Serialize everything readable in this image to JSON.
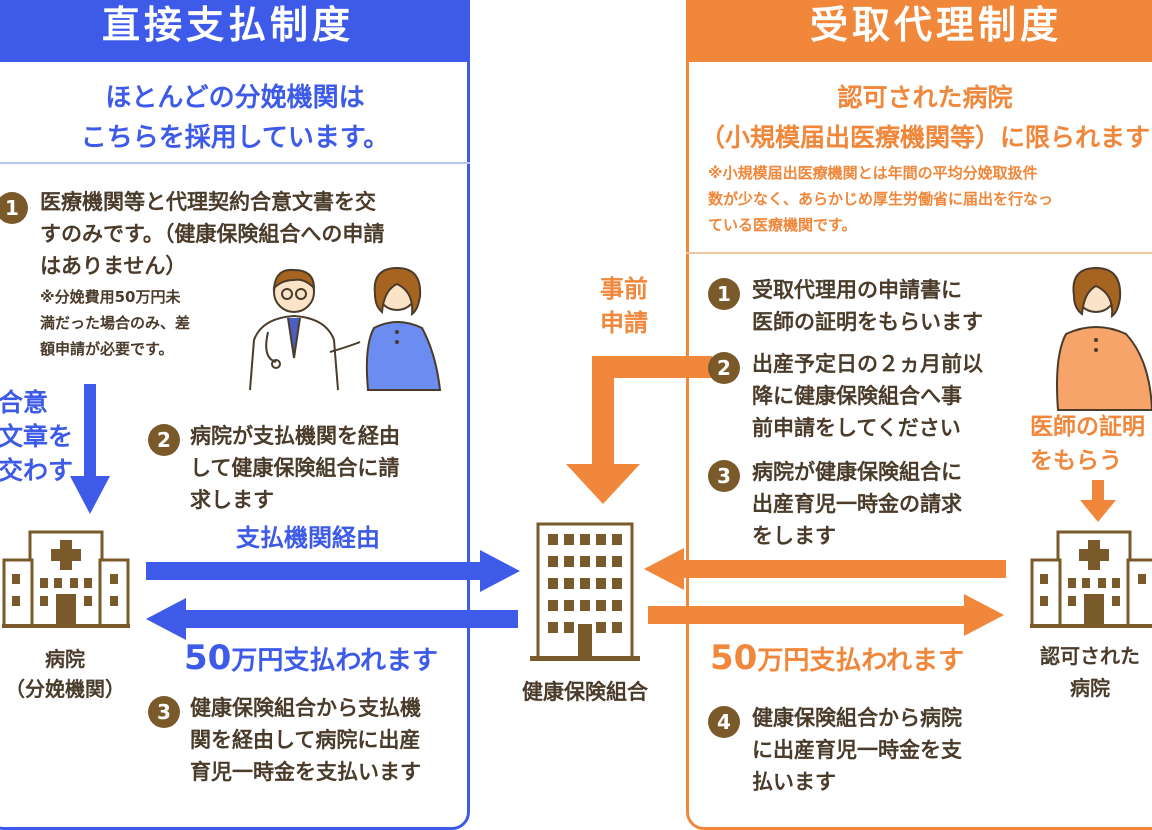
{
  "left": {
    "title": "直接支払制度",
    "subtitle_line1": "ほとんどの分娩機関は",
    "subtitle_line2": "こちらを採用しています。",
    "step1_line1": "医療機関等と代理契約合意文書を交",
    "step1_line2": "すのみです。（健康保険組合への申請",
    "step1_line3": "はありません）",
    "note_line1": "※分娩費用50万円未",
    "note_line2": "満だった場合のみ、差",
    "note_line3": "額申請が必要です。",
    "agree_line1": "合意",
    "agree_line2": "文章を",
    "agree_line3": "交わす",
    "step2_line1": "病院が支払機関を経由",
    "step2_line2": "して健康保険組合に請",
    "step2_line3": "求します",
    "via_label": "支払機関経由",
    "pay_amount": "50",
    "pay_text": "万円支払われます",
    "hospital_line1": "病院",
    "hospital_line2": "（分娩機関）",
    "step3_line1": "健康保険組合から支払機",
    "step3_line2": "関を経由して病院に出産",
    "step3_line3": "育児一時金を支払います"
  },
  "center": {
    "prior_line1": "事前",
    "prior_line2": "申請",
    "insurer_label": "健康保険組合"
  },
  "right": {
    "title": "受取代理制度",
    "subtitle_line1": "認可された病院",
    "subtitle_line2": "（小規模届出医療機関等）に限られます",
    "note_line1": "※小規模届出医療機関とは年間の平均分娩取扱件",
    "note_line2": "数が少なく、あらかじめ厚生労働省に届出を行なっ",
    "note_line3": "ている医療機関です。",
    "step1_line1": "受取代理用の申請書に",
    "step1_line2": "医師の証明をもらいます",
    "step2_line1": "出産予定日の２ヵ月前以",
    "step2_line2": "降に健康保険組合へ事",
    "step2_line3": "前申請をしてください",
    "step3_line1": "病院が健康保険組合に",
    "step3_line2": "出産育児一時金の請求",
    "step3_line3": "をします",
    "doctor_line1": "医師の証明",
    "doctor_line2": "をもらう",
    "pay_amount": "50",
    "pay_text": "万円支払われます",
    "hospital_line1": "認可された",
    "hospital_line2": "病院",
    "step4_line1": "健康保険組合から病院",
    "step4_line2": "に出産育児一時金を支",
    "step4_line3": "払います"
  },
  "numbers": [
    "1",
    "2",
    "3",
    "4"
  ],
  "colors": {
    "blue": "#3d5be8",
    "orange": "#f0873a",
    "brown": "#7a5a2a"
  }
}
